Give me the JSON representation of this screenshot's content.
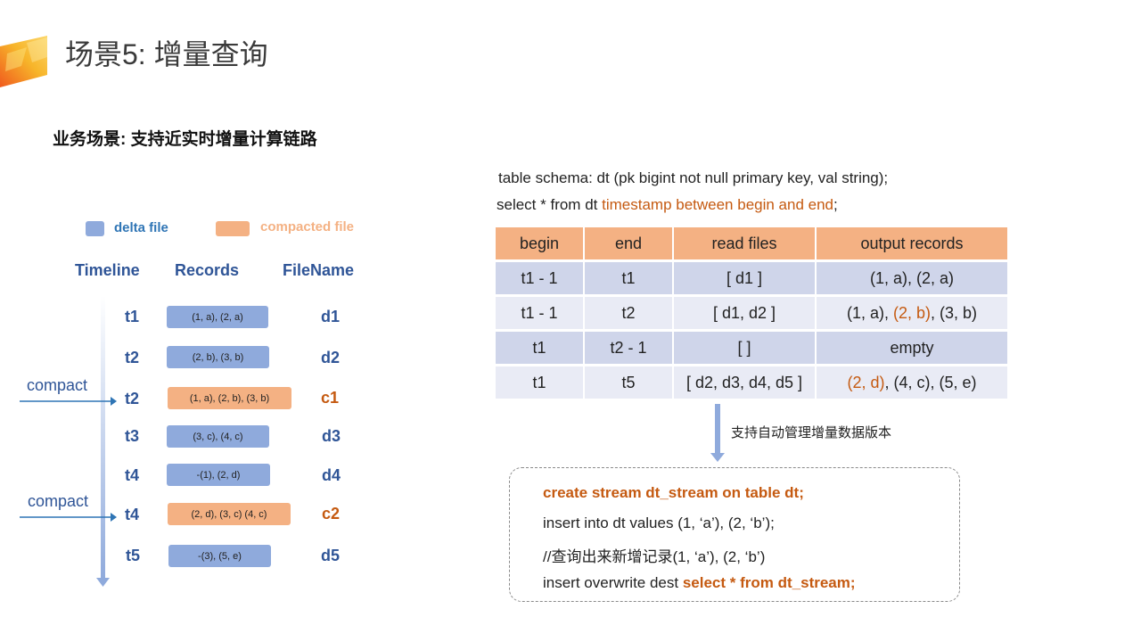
{
  "title": "场景5: 增量查询",
  "subtitle": "业务场景: 支持近实时增量计算链路",
  "legend": [
    {
      "label": "delta file",
      "color": "#8faadc",
      "text_color": "#2f75b5"
    },
    {
      "label": "compacted file",
      "color": "#f4b183",
      "text_color": "#f4b183"
    }
  ],
  "columns": {
    "timeline": "Timeline",
    "records": "Records",
    "filename": "FileName"
  },
  "timeline_rows": [
    {
      "t": "t1",
      "records": "(1, a),  (2, a)",
      "file": "d1",
      "kind": "delta"
    },
    {
      "t": "t2",
      "records": "(2, b),  (3, b)",
      "file": "d2",
      "kind": "delta"
    },
    {
      "t": "t2",
      "records": "(1, a), (2, b), (3, b)",
      "file": "c1",
      "kind": "compacted"
    },
    {
      "t": "t3",
      "records": "(3, c),   (4, c)",
      "file": "d3",
      "kind": "delta"
    },
    {
      "t": "t4",
      "records": "-(1),  (2, d)",
      "file": "d4",
      "kind": "delta"
    },
    {
      "t": "t4",
      "records": "(2, d),  (3, c) (4, c)",
      "file": "c2",
      "kind": "compacted"
    },
    {
      "t": "t5",
      "records": "-(3),  (5, e)",
      "file": "d5",
      "kind": "delta"
    }
  ],
  "compact_label": "compact",
  "schema_line": "table schema:  dt (pk bigint not null primary key, val string);",
  "select_line": {
    "prefix": "select * from dt ",
    "highlight": "timestamp between begin and end",
    "suffix": ";"
  },
  "table": {
    "headers": [
      "begin",
      "end",
      "read files",
      "output records"
    ],
    "rows": [
      {
        "begin": "t1 - 1",
        "end": "t1",
        "files": "[ d1 ]",
        "out_pre": "(1, a),  (2, a)",
        "out_hl": "",
        "out_post": ""
      },
      {
        "begin": "t1 - 1",
        "end": "t2",
        "files": "[ d1, d2 ]",
        "out_pre": "(1, a), ",
        "out_hl": "(2, b)",
        "out_post": ", (3, b)"
      },
      {
        "begin": "t1",
        "end": "t2 - 1",
        "files": "[ ]",
        "out_pre": "empty",
        "out_hl": "",
        "out_post": ""
      },
      {
        "begin": "t1",
        "end": "t5",
        "files": "[ d2, d3, d4, d5 ]",
        "out_pre": "",
        "out_hl": "(2, d)",
        "out_post": ", (4, c), (5, e)"
      }
    ]
  },
  "arrow_label": "支持自动管理增量数据版本",
  "code": {
    "line1": "create stream dt_stream on table dt;",
    "line2": "insert into dt values (1, ‘a’), (2, ‘b’);",
    "line3": "//查询出来新增记录(1, ‘a’), (2, ‘b’)",
    "line4_pre": "insert overwrite dest ",
    "line4_hl": "select * from dt_stream;"
  },
  "colors": {
    "blue": "#2f5597",
    "orange": "#c55a11",
    "delta": "#8faadc",
    "compacted": "#f4b183"
  }
}
